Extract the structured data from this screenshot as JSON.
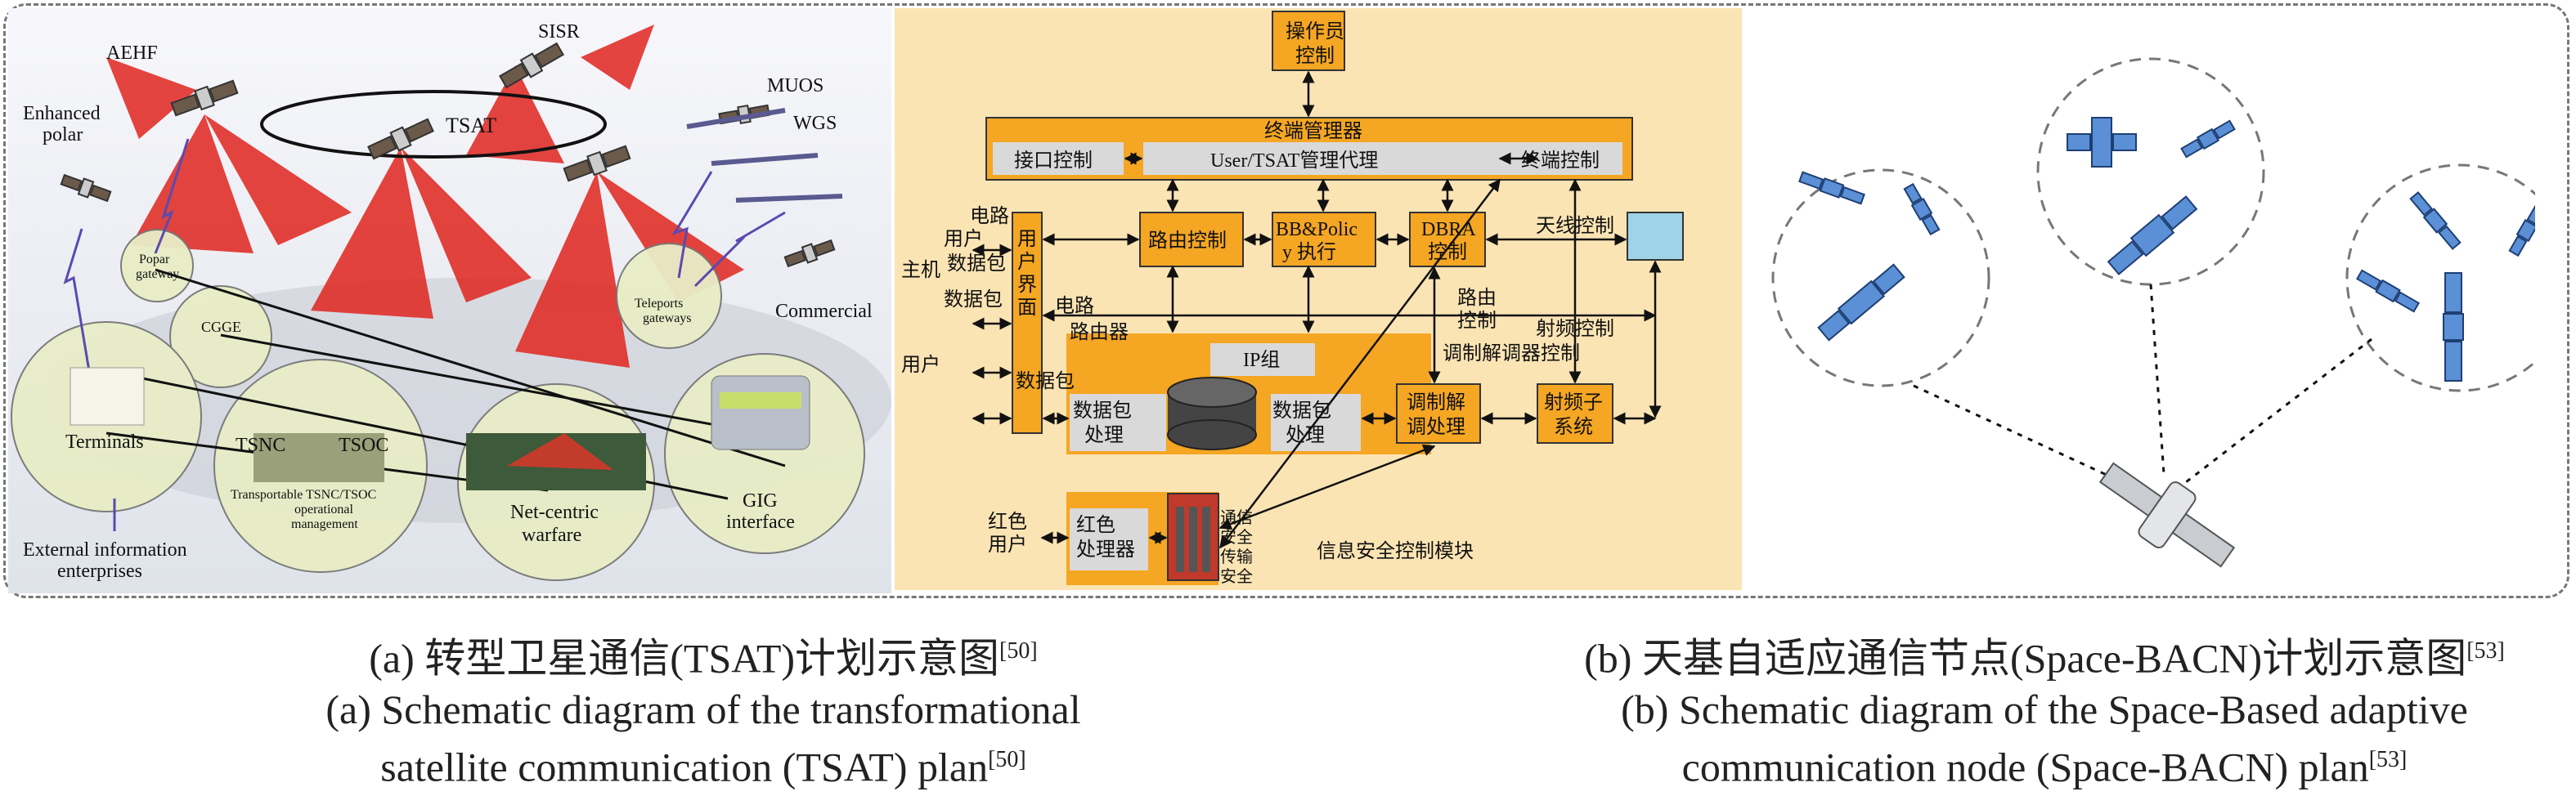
{
  "tsat_scene": {
    "labels": {
      "aehf": "AEHF",
      "sisr": "SISR",
      "muos": "MUOS",
      "wgs": "WGS",
      "enhanced_polar": [
        "Enhanced",
        "polar"
      ],
      "tsat": "TSAT",
      "popar_gateway": [
        "Popar",
        "gateway"
      ],
      "cgge": "CGGE",
      "teleports": [
        "Teleports",
        "gateways"
      ],
      "commercial": "Commercial",
      "terminals": "Terminals",
      "tsnc": "TSNC",
      "tsoc": "TSOC",
      "transportable": [
        "Transportable TSNC/TSOC",
        "operational",
        "management"
      ],
      "net_centric": [
        "Net-centric",
        "warfare"
      ],
      "gig": [
        "GIG",
        "interface"
      ],
      "external": [
        "External information",
        "enterprises"
      ]
    }
  },
  "block_diagram": {
    "operator": [
      "操作员",
      "控制"
    ],
    "terminal_manager": "终端管理器",
    "interface_ctrl": "接口控制",
    "user_tsat": "User/TSAT管理代理",
    "terminal_ctrl": "终端控制",
    "routing_ctrl": "路由控制",
    "bb_policy": [
      "BB&Polic",
      "y 执行"
    ],
    "dbra": [
      "DBRA",
      "控制"
    ],
    "antenna_ctrl": "天线控制",
    "user_ui": [
      "用",
      "户",
      "界",
      "面"
    ],
    "circuit_left": "电路",
    "packet_left": "数据包",
    "user_left_1": "用户",
    "host": "主机",
    "packet_left_2": "数据包",
    "circuit_mid": "电路",
    "router": "路由器",
    "routing_ctrl_2": [
      "路由",
      "控制"
    ],
    "rf_ctrl": "射频控制",
    "modem_ctrl": "调制解调器控制",
    "user_left_2": "用户",
    "packet_left_3": "数据包",
    "ip_group": "IP组",
    "packet_proc_1": [
      "数据包",
      "处理"
    ],
    "packet_proc_2": [
      "数据包",
      "处理"
    ],
    "modem_proc": [
      "调制解",
      "调处理"
    ],
    "rf_sub": [
      "射频子",
      "系统"
    ],
    "red_user": [
      "红色",
      "用户"
    ],
    "red_proc": [
      "红色",
      "处理器"
    ],
    "comsec": [
      "通信",
      "安全",
      "传输",
      "安全"
    ],
    "infosec": "信息安全控制模块"
  },
  "captions": {
    "left_cn_prefix": "(a) 转型卫星通信(TSAT)计划示意图",
    "left_cn_ref": "[50]",
    "left_en_line1": "(a) Schematic diagram of the transformational",
    "left_en_line2": "satellite communication (TSAT) plan",
    "left_en_ref": "[50]",
    "right_cn_prefix": "(b) 天基自适应通信节点(Space-BACN)计划示意图",
    "right_cn_ref": "[53]",
    "right_en_line1": "(b) Schematic diagram of the Space-Based adaptive",
    "right_en_line2": "communication node (Space-BACN) plan",
    "right_en_ref": "[53]"
  },
  "colors": {
    "beam_red": "#e0251e",
    "circle_green": "#e8edc6",
    "panel_bg": "#fbe4b4",
    "box_orange": "#f5a623",
    "box_gray": "#d9d9d9",
    "satellite_blue": "#5b8fd6"
  }
}
